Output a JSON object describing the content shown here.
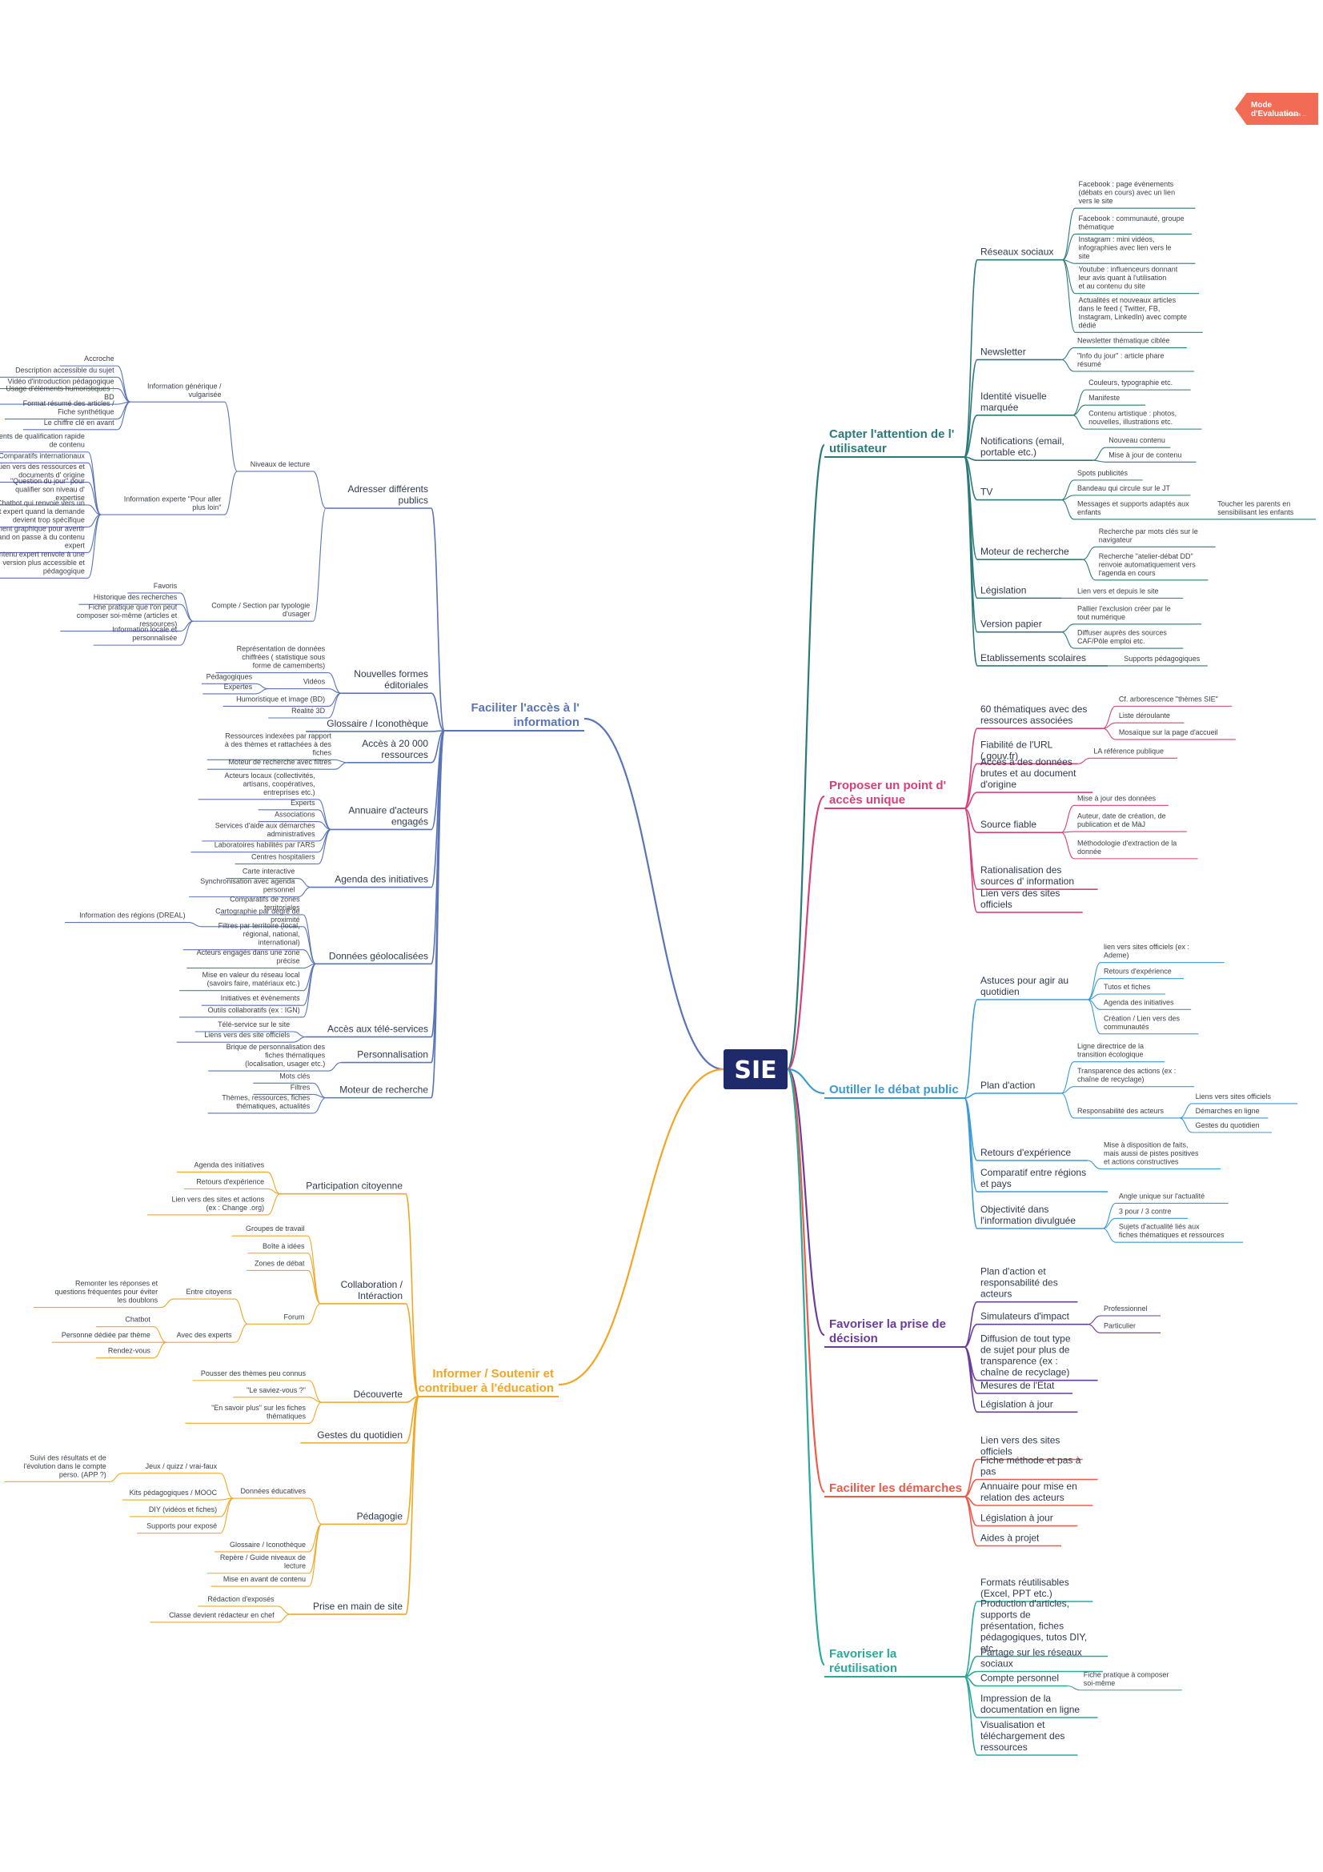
{
  "badge": {
    "label": "Mode d'Evaluation",
    "sub": "Artback ..."
  },
  "root": {
    "label": "SIE",
    "color": "#1f2a6b"
  },
  "branches": [
    {
      "id": "b1",
      "label": "Faciliter l'accès à l' information",
      "color": "#5a74b8",
      "children": [
        {
          "label": "Adresser différents publics",
          "children": [
            {
              "label": "Niveaux de lecture",
              "children": [
                {
                  "label": "Information générique / vulgarisée",
                  "children": [
                    {
                      "label": "Accroche"
                    },
                    {
                      "label": "Description accessible du sujet"
                    },
                    {
                      "label": "Vidéo d'introduction pédagogique"
                    },
                    {
                      "label": "Usage d'éléments humoristiques : BD"
                    },
                    {
                      "label": "Format résumé des articles / Fiche synthétique"
                    },
                    {
                      "label": "Le chiffre clé en avant"
                    }
                  ]
                },
                {
                  "label": "Information experte \"Pour aller plus loin\"",
                  "children": [
                    {
                      "label": "Eléments de qualification rapide de contenu"
                    },
                    {
                      "label": "Comparatifs internationaux"
                    },
                    {
                      "label": "Lien vers des ressources et documents d' origine"
                    },
                    {
                      "label": "\"Question du jour\" pour qualifier son niveau d' expertise"
                    },
                    {
                      "label": "Chatbot qui renvoie vers un contact expert quand la demande devient trop spécifique"
                    },
                    {
                      "label": "Elément graphique pour avertir quand on passe à du contenu expert"
                    },
                    {
                      "label": "Le contenu expert renvoie à une version plus accessible et pédagogique"
                    }
                  ]
                }
              ]
            },
            {
              "label": "Compte / Section par typologie d'usager",
              "children": [
                {
                  "label": "Favoris"
                },
                {
                  "label": "Historique des recherches"
                },
                {
                  "label": "Fiche pratique que l'on peut composer soi-même (articles et ressources)"
                },
                {
                  "label": "Information locale et personnalisée"
                }
              ]
            }
          ]
        },
        {
          "label": "Nouvelles formes éditoriales",
          "children": [
            {
              "label": "Représentation de données chiffrées ( statistique sous forme de camemberts)"
            },
            {
              "label": "Vidéos",
              "children": [
                {
                  "label": "Pédagogiques"
                },
                {
                  "label": "Expertes"
                }
              ]
            },
            {
              "label": "Humoristique et image (BD)"
            },
            {
              "label": "Réalité 3D"
            }
          ]
        },
        {
          "label": "Glossaire / Iconothèque"
        },
        {
          "label": "Accès à 20 000 ressources",
          "children": [
            {
              "label": "Ressources indexées par rapport à des thèmes et rattachées à des fiches"
            },
            {
              "label": "Moteur de recherche avec filtres"
            }
          ]
        },
        {
          "label": "Annuaire d'acteurs engagés",
          "children": [
            {
              "label": "Acteurs locaux (collectivités, artisans, coopératives, entreprises etc.)"
            },
            {
              "label": "Experts"
            },
            {
              "label": "Associations"
            },
            {
              "label": "Services d'aide aux démarches administratives"
            },
            {
              "label": "Laboratoires habilités par l'ARS"
            },
            {
              "label": "Centres hospitaliers"
            }
          ]
        },
        {
          "label": "Agenda des initiatives",
          "children": [
            {
              "label": "Carte interactive"
            },
            {
              "label": "Synchronisation avec agenda personnel"
            }
          ]
        },
        {
          "label": "Données géolocalisées",
          "children": [
            {
              "label": "Comparatifs de zones territoriales"
            },
            {
              "label": "Cartographie par degré de proximité",
              "children": [
                {
                  "label": "Information des régions (DREAL)"
                }
              ]
            },
            {
              "label": "Filtres par territoire (local, régional, national, international)"
            },
            {
              "label": "Acteurs engagés dans une zone précise"
            },
            {
              "label": "Mise en valeur du réseau local (savoirs faire, matériaux etc.)"
            },
            {
              "label": "Initiatives et évènements"
            },
            {
              "label": "Outils collaboratifs (ex : IGN)"
            }
          ]
        },
        {
          "label": "Accès aux télé-services",
          "children": [
            {
              "label": "Télé-service sur le site"
            },
            {
              "label": "Liens vers des site officiels"
            }
          ]
        },
        {
          "label": "Personnalisation",
          "children": [
            {
              "label": "Brique de personnalisation des fiches thématiques (localisation, usager etc.)"
            }
          ]
        },
        {
          "label": "Moteur de recherche",
          "children": [
            {
              "label": "Mots clés"
            },
            {
              "label": "Filtres"
            },
            {
              "label": "Thèmes, ressources, fiches thématiques, actualités"
            }
          ]
        }
      ]
    },
    {
      "id": "b2",
      "label": "Informer / Soutenir et contribuer à l'éducation",
      "color": "#f2a623",
      "children": [
        {
          "label": "Participation citoyenne",
          "children": [
            {
              "label": "Agenda des initiatives"
            },
            {
              "label": "Retours d'expérience"
            },
            {
              "label": "Lien vers des sites et actions (ex : Change .org)"
            }
          ]
        },
        {
          "label": "Collaboration / Intéraction",
          "children": [
            {
              "label": "Groupes de travail"
            },
            {
              "label": "Boîte à idées"
            },
            {
              "label": "Zones de débat"
            },
            {
              "label": "Forum",
              "children": [
                {
                  "label": "Entre citoyens",
                  "children": [
                    {
                      "label": "Remonter les réponses et questions fréquentes pour éviter les doublons"
                    }
                  ]
                },
                {
                  "label": "Avec des experts",
                  "children": [
                    {
                      "label": "Chatbot"
                    },
                    {
                      "label": "Personne dédiée par thème"
                    },
                    {
                      "label": "Rendez-vous"
                    }
                  ]
                }
              ]
            }
          ]
        },
        {
          "label": "Découverte",
          "children": [
            {
              "label": "Pousser des thèmes peu connus"
            },
            {
              "label": "\"Le saviez-vous ?\""
            },
            {
              "label": "\"En savoir plus\" sur les fiches thématiques"
            }
          ]
        },
        {
          "label": "Gestes du quotidien"
        },
        {
          "label": "Pédagogie",
          "children": [
            {
              "label": "Données éducatives",
              "children": [
                {
                  "label": "Jeux / quizz / vrai-faux",
                  "children": [
                    {
                      "label": "Suivi des résultats et de l'évolution dans le compte perso. (APP ?)"
                    }
                  ]
                },
                {
                  "label": "Kits pédagogiques / MOOC"
                },
                {
                  "label": "DIY (vidéos et fiches)"
                },
                {
                  "label": "Supports pour exposé"
                }
              ]
            },
            {
              "label": "Glossaire / Iconothèque"
            },
            {
              "label": "Repère / Guide niveaux de lecture"
            },
            {
              "label": "Mise en avant de contenu"
            }
          ]
        },
        {
          "label": "Prise en main de site",
          "children": [
            {
              "label": "Rédaction d'exposés"
            },
            {
              "label": "Classe devient rédacteur en chef"
            }
          ]
        }
      ]
    },
    {
      "id": "b3",
      "label": "Capter l'attention de l' utilisateur",
      "color": "#2c7a78",
      "children": [
        {
          "label": "Réseaux sociaux",
          "children": [
            {
              "label": "Facebook : page évènements (débats en cours) avec un lien vers le site"
            },
            {
              "label": "Facebook : communauté, groupe thématique"
            },
            {
              "label": "Instagram : mini vidéos, infographies avec lien vers le site"
            },
            {
              "label": "Youtube : influenceurs donnant leur avis quant à l'utilisation et au contenu du site"
            },
            {
              "label": "Actualités et nouveaux articles dans le feed ( Twitter, FB, Instagram, LinkedIn) avec compte dédié"
            }
          ]
        },
        {
          "label": "Newsletter",
          "children": [
            {
              "label": "Newsletter thématique ciblée"
            },
            {
              "label": "\"Info du jour\" : article phare résumé"
            }
          ]
        },
        {
          "label": "Identité visuelle marquée",
          "children": [
            {
              "label": "Couleurs, typographie etc."
            },
            {
              "label": "Manifeste"
            },
            {
              "label": "Contenu artistique : photos, nouvelles, illustrations etc."
            }
          ]
        },
        {
          "label": "Notifications (email, portable etc.)",
          "children": [
            {
              "label": "Nouveau contenu"
            },
            {
              "label": "Mise à jour de contenu"
            }
          ]
        },
        {
          "label": "TV",
          "children": [
            {
              "label": "Spots publicités"
            },
            {
              "label": "Bandeau qui circule sur le JT"
            },
            {
              "label": "Messages et supports adaptés aux enfants",
              "children": [
                {
                  "label": "Toucher les parents en sensibilisant les enfants"
                }
              ]
            }
          ]
        },
        {
          "label": "Moteur de recherche",
          "children": [
            {
              "label": "Recherche par mots clés sur le navigateur"
            },
            {
              "label": "Recherche \"atelier-débat DD\" renvoie automatiquement vers l'agenda en cours"
            }
          ]
        },
        {
          "label": "Législation",
          "children": [
            {
              "label": "Lien vers et depuis le site"
            }
          ]
        },
        {
          "label": "Version papier",
          "children": [
            {
              "label": "Pallier l'exclusion créer par le tout numérique"
            },
            {
              "label": "Diffuser auprès des sources CAF/Pôle emploi etc."
            }
          ]
        },
        {
          "label": "Etablissements scolaires",
          "children": [
            {
              "label": "Supports pédagogiques"
            }
          ]
        }
      ]
    },
    {
      "id": "b4",
      "label": "Proposer un point d' accès unique",
      "color": "#d8407a",
      "children": [
        {
          "label": "60 thématiques avec des ressources associées",
          "children": [
            {
              "label": "Cf. arborescence \"thèmes SIE\""
            },
            {
              "label": "Liste déroulante"
            },
            {
              "label": "Mosaïque sur la page d'accueil"
            }
          ]
        },
        {
          "label": "Fiabilité de l'URL (.gouv.fr)",
          "children": [
            {
              "label": "LA référence publique"
            }
          ]
        },
        {
          "label": "Accès à des données brutes et au document d'origine"
        },
        {
          "label": "Source fiable",
          "children": [
            {
              "label": "Mise à jour des données"
            },
            {
              "label": "Auteur, date de création, de publication et de MàJ"
            },
            {
              "label": "Méthodologie d'extraction de la donnée"
            }
          ]
        },
        {
          "label": "Rationalisation des sources d' information"
        },
        {
          "label": "Lien vers des sites officiels"
        }
      ]
    },
    {
      "id": "b5",
      "label": "Outiller le débat public",
      "color": "#3a9ad6",
      "children": [
        {
          "label": "Astuces pour agir au quotidien",
          "children": [
            {
              "label": "lien vers sites officiels (ex : Ademe)"
            },
            {
              "label": "Retours d'expérience"
            },
            {
              "label": "Tutos et fiches"
            },
            {
              "label": "Agenda des initiatives"
            },
            {
              "label": "Création / Lien vers des communautés"
            }
          ]
        },
        {
          "label": "Plan d'action",
          "children": [
            {
              "label": "Ligne directrice de la transition écologique"
            },
            {
              "label": "Transparence des actions (ex : chaîne de recyclage)"
            },
            {
              "label": "Responsabilité des acteurs",
              "children": [
                {
                  "label": "Liens vers sites officiels"
                },
                {
                  "label": "Démarches en ligne"
                },
                {
                  "label": "Gestes du quotidien"
                }
              ]
            }
          ]
        },
        {
          "label": "Retours d'expérience",
          "children": [
            {
              "label": "Mise à disposition de faits, mais aussi de pistes positives et actions constructives"
            }
          ]
        },
        {
          "label": "Comparatif entre régions et pays"
        },
        {
          "label": "Objectivité dans l'information divulguée",
          "children": [
            {
              "label": "Angle unique sur l'actualité"
            },
            {
              "label": "3 pour / 3 contre"
            },
            {
              "label": "Sujets d'actualité liés aux fiches thématiques et ressources"
            }
          ]
        }
      ]
    },
    {
      "id": "b6",
      "label": "Favoriser la prise de décision",
      "color": "#6a3d9a",
      "children": [
        {
          "label": "Plan d'action et responsabilité des acteurs"
        },
        {
          "label": "Simulateurs d'impact",
          "children": [
            {
              "label": "Professionnel"
            },
            {
              "label": "Particulier"
            }
          ]
        },
        {
          "label": "Diffusion de tout type de sujet pour plus de transparence (ex : chaîne de recyclage)"
        },
        {
          "label": "Mesures de l'Etat"
        },
        {
          "label": "Législation à jour"
        }
      ]
    },
    {
      "id": "b7",
      "label": "Faciliter les démarches",
      "color": "#ee5a4a",
      "children": [
        {
          "label": "Lien vers des sites officiels"
        },
        {
          "label": "Fiche méthode et pas à pas"
        },
        {
          "label": "Annuaire pour mise en relation des acteurs"
        },
        {
          "label": "Législation à jour"
        },
        {
          "label": "Aides à projet"
        }
      ]
    },
    {
      "id": "b8",
      "label": "Favoriser la réutilisation",
      "color": "#2aa898",
      "children": [
        {
          "label": "Formats réutilisables (Excel, PPT etc.)"
        },
        {
          "label": "Production d'articles, supports de présentation, fiches pédagogiques, tutos DIY, etc."
        },
        {
          "label": "Partage sur les réseaux sociaux"
        },
        {
          "label": "Compte personnel",
          "children": [
            {
              "label": "Fiche pratique à composer soi-même"
            }
          ]
        },
        {
          "label": "Impression de la documentation en ligne"
        },
        {
          "label": "Visualisation et téléchargement des ressources"
        }
      ]
    }
  ]
}
